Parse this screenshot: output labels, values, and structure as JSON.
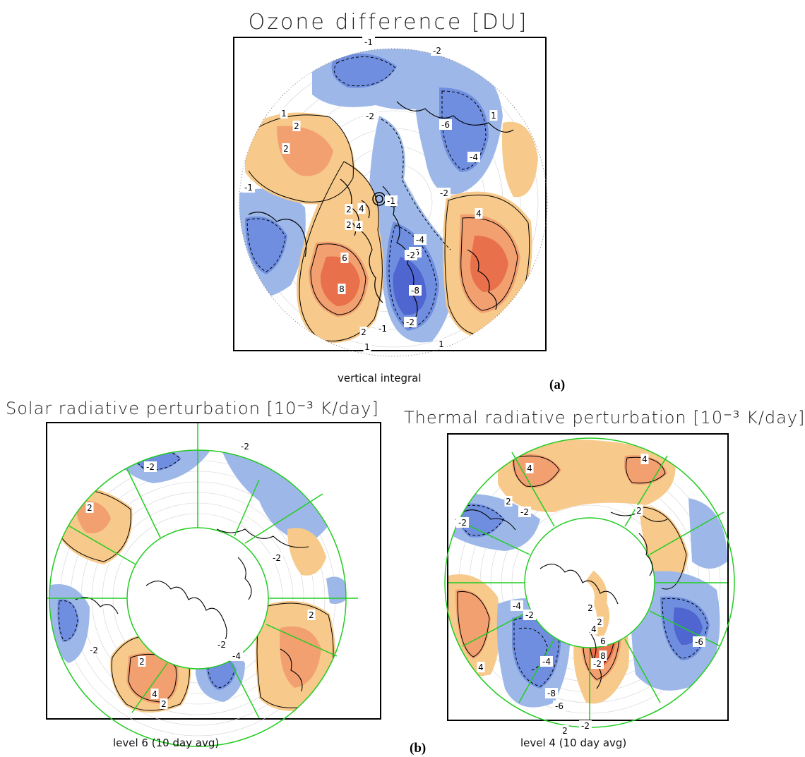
{
  "panel_a": {
    "title": "Ozone difference [DU]",
    "subtitle": "vertical integral",
    "tag": "(a)",
    "contour_labels": [
      "-1",
      "-2",
      "-2",
      "-6",
      "1",
      "1",
      "2",
      "2",
      "-1",
      "-4",
      "-2",
      "2",
      "4",
      "-1",
      "4",
      "2",
      "4",
      "-4",
      "-6",
      "6",
      "-2",
      "8",
      "-8",
      "-2",
      "2",
      "-1",
      "1",
      "1"
    ]
  },
  "panel_b_left": {
    "title": "Solar radiative perturbation [10⁻³ K/day]",
    "subtitle": "level 6 (10 day avg)",
    "contour_labels": [
      "-2",
      "-2",
      "2",
      "-2",
      "2",
      "-2",
      "-4",
      "2",
      "-2",
      "4",
      "2"
    ]
  },
  "panel_b_tag": "(b)",
  "panel_b_right": {
    "title": "Thermal radiative perturbation [10⁻³ K/day]",
    "subtitle": "level 4 (10 day avg)",
    "contour_labels": [
      "4",
      "4",
      "2",
      "2",
      "-2",
      "-2",
      "2",
      "2",
      "-4",
      "-2",
      "4",
      "-4",
      "-2",
      "-6",
      "6",
      "8",
      "-8",
      "-6",
      "4",
      "-2",
      "2"
    ]
  },
  "colors": {
    "negative_light": "#9db8e8",
    "negative_mid": "#6f8ee0",
    "negative_dark": "#4f66d0",
    "positive_light": "#f7c98a",
    "positive_mid": "#f2a070",
    "positive_dark": "#e8704a",
    "grid_lines": "#22cc22",
    "coastline": "#000000"
  }
}
